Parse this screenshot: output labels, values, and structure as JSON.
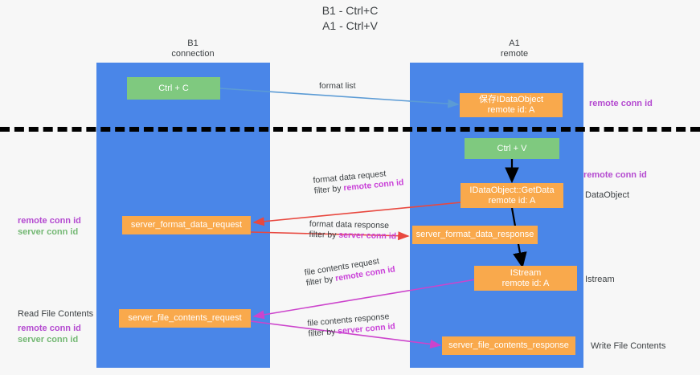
{
  "title": {
    "line1": "B1 - Ctrl+C",
    "line2": "A1 - Ctrl+V"
  },
  "lanes": [
    {
      "id": "b1",
      "title_line1": "B1",
      "title_line2": "connection",
      "color": "#4a86e8"
    },
    {
      "id": "a1",
      "title_line1": "A1",
      "title_line2": "remote",
      "color": "#4a86e8"
    }
  ],
  "nodes": {
    "ctrl_c": {
      "label": "Ctrl + C",
      "color": "#7fc97f"
    },
    "ctrl_v": {
      "label": "Ctrl + V",
      "color": "#7fc97f"
    },
    "save_dataobject": {
      "line1": "保存IDataObject",
      "line2": "remote id: A",
      "color": "#f9a94c"
    },
    "getdata": {
      "line1": "IDataObject::GetData",
      "line2": "remote id: A",
      "color": "#f9a94c"
    },
    "istream": {
      "line1": "IStream",
      "line2": "remote id: A",
      "color": "#f9a94c"
    },
    "server_format_data_request": {
      "label": "server_format_data_request",
      "color": "#f9a94c"
    },
    "server_format_data_response": {
      "label": "server_format_data_response",
      "color": "#f9a94c"
    },
    "server_file_contents_request": {
      "label": "server_file_contents_request",
      "color": "#f9a94c"
    },
    "server_file_contents_response": {
      "label": "server_file_contents_response",
      "color": "#f9a94c"
    }
  },
  "edges": {
    "format_list": {
      "label": "format list"
    },
    "format_data_request": {
      "label": "format data request",
      "filter_prefix": "filter by ",
      "filter_key": "remote conn id"
    },
    "format_data_response": {
      "label": "format data response",
      "filter_prefix": "filter by ",
      "filter_key": "server conn id"
    },
    "file_contents_request": {
      "label": "file contents request",
      "filter_prefix": "filter by ",
      "filter_key": "remote conn id"
    },
    "file_contents_response": {
      "label": "file contents response",
      "filter_prefix": "filter by ",
      "filter_key": "server conn id"
    }
  },
  "annotations": {
    "right_top_remote_conn_id": "remote conn id",
    "right_mid_remote_conn_id": "remote conn id",
    "right_dataobject": "DataObject",
    "right_istream": "Istream",
    "right_write_file_contents": "Write File Contents",
    "left_remote_conn_id": "remote conn id",
    "left_server_conn_id": "server conn id",
    "left_read_file_contents": "Read File Contents",
    "left_remote_conn_id_2": "remote conn id",
    "left_server_conn_id_2": "server conn id"
  },
  "colors": {
    "lane": "#4a86e8",
    "orange": "#f9a94c",
    "green": "#7fc97f",
    "purple": "#b44ad0",
    "green_text": "#74b874",
    "arrow_blue": "#5b9bd5",
    "arrow_red": "#e8483f",
    "arrow_magenta": "#cc44cc",
    "arrow_black": "#000000",
    "background": "#f7f7f7"
  }
}
